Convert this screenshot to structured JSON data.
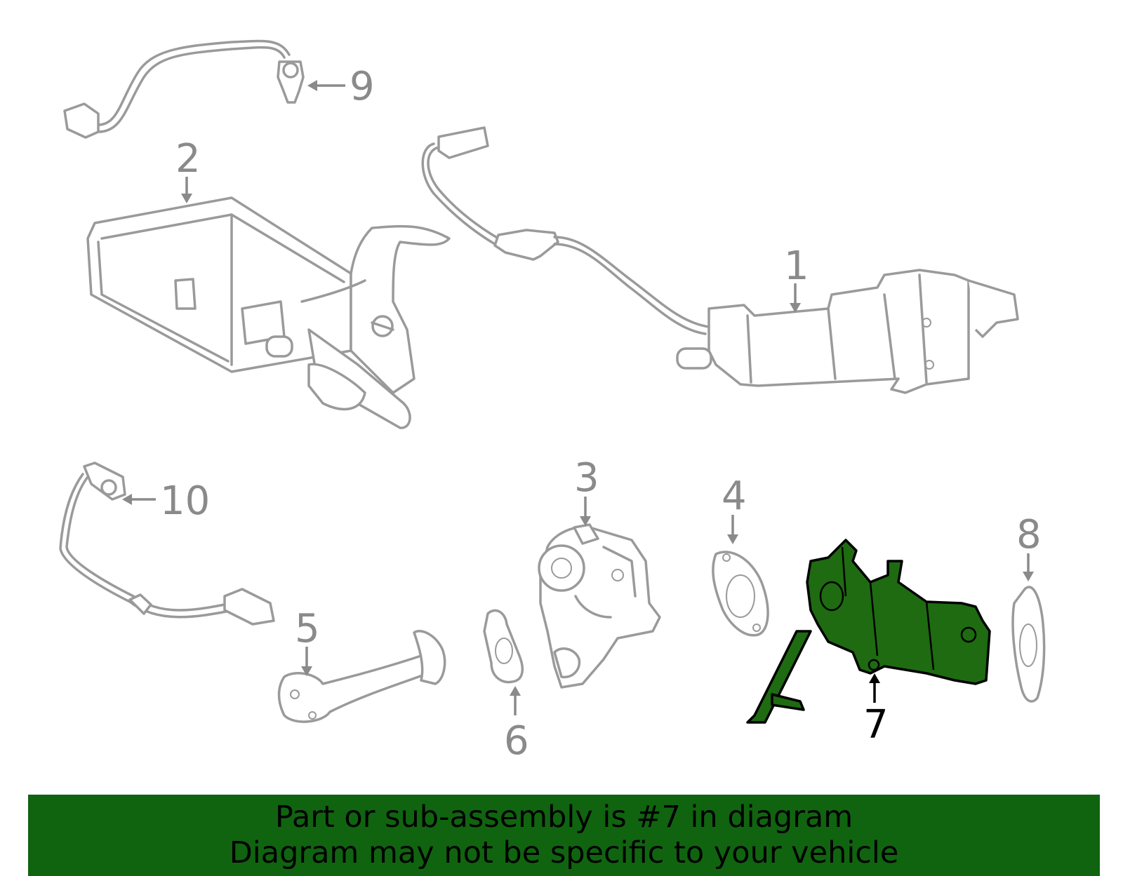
{
  "callouts": {
    "p1": "1",
    "p2": "2",
    "p3": "3",
    "p4": "4",
    "p5": "5",
    "p6": "6",
    "p7": "7",
    "p8": "8",
    "p9": "9",
    "p10": "10"
  },
  "highlighted_part": "7",
  "colors": {
    "highlight": "#1e6b12",
    "banner": "#106410",
    "line": "#9a9a9a"
  },
  "banner": {
    "line1": "Part or sub-assembly is #7 in diagram",
    "line2": "Diagram may not be specific to your vehicle"
  }
}
